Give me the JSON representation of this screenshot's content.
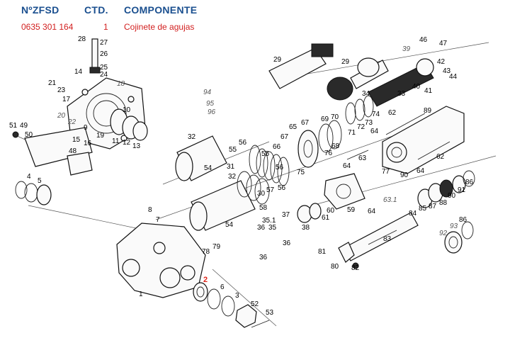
{
  "header": {
    "col_code": "NºZFSD",
    "col_qty": "CTD.",
    "col_component": "COMPONENTE"
  },
  "selected_row": {
    "code": "0635 301 164",
    "qty": "1",
    "component": "Cojinete de agujas"
  },
  "colors": {
    "header": "#1a4f8f",
    "selected": "#d22020",
    "highlight_callout": "#e0261b"
  },
  "highlighted_callout": "2",
  "callouts": [
    "1",
    "2",
    "3",
    "4",
    "5",
    "6",
    "7",
    "8",
    "9",
    "10",
    "11",
    "12",
    "13",
    "14",
    "15",
    "16",
    "17",
    "18",
    "19",
    "20",
    "21",
    "22",
    "23",
    "24",
    "25",
    "26",
    "27",
    "28",
    "29",
    "29",
    "30",
    "31",
    "32",
    "32",
    "33",
    "34",
    "35",
    "35.1",
    "36",
    "36",
    "36",
    "37",
    "38",
    "39",
    "40",
    "41",
    "42",
    "43",
    "44",
    "46",
    "47",
    "48",
    "49",
    "50",
    "51",
    "52",
    "53",
    "54",
    "54",
    "55",
    "55",
    "56",
    "56",
    "56",
    "57",
    "58",
    "59",
    "60",
    "61",
    "62",
    "62",
    "63",
    "63.1",
    "64",
    "64",
    "64",
    "64",
    "65",
    "66",
    "67",
    "67",
    "68",
    "69",
    "70",
    "71",
    "72",
    "73",
    "74",
    "75",
    "76",
    "77",
    "78",
    "79",
    "80",
    "81",
    "82",
    "83",
    "84",
    "85",
    "86",
    "86",
    "87",
    "88",
    "89",
    "90",
    "90",
    "91",
    "92",
    "93",
    "94",
    "95",
    "96"
  ]
}
